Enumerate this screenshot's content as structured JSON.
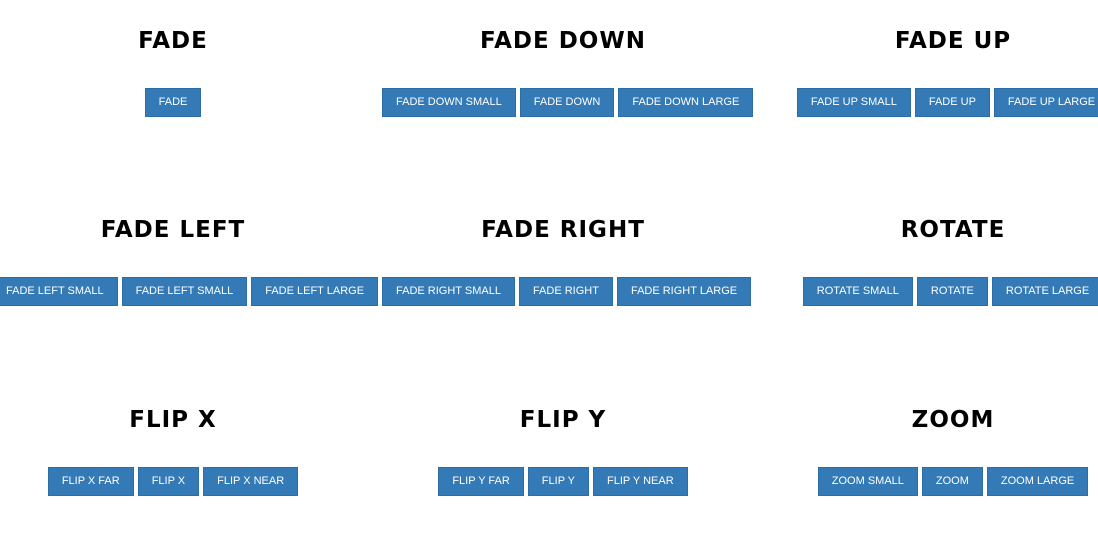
{
  "sections": [
    {
      "title": "FADE",
      "buttons": [
        "FADE"
      ]
    },
    {
      "title": "FADE DOWN",
      "buttons": [
        "FADE DOWN SMALL",
        "FADE DOWN",
        "FADE DOWN LARGE"
      ]
    },
    {
      "title": "FADE UP",
      "buttons": [
        "FADE UP SMALL",
        "FADE UP",
        "FADE UP LARGE"
      ]
    },
    {
      "title": "FADE LEFT",
      "buttons": [
        "FADE LEFT SMALL",
        "FADE LEFT SMALL",
        "FADE LEFT LARGE"
      ]
    },
    {
      "title": "FADE RIGHT",
      "buttons": [
        "FADE RIGHT SMALL",
        "FADE RIGHT",
        "FADE RIGHT LARGE"
      ]
    },
    {
      "title": "ROTATE",
      "buttons": [
        "ROTATE SMALL",
        "ROTATE",
        "ROTATE LARGE"
      ]
    },
    {
      "title": "FLIP X",
      "buttons": [
        "FLIP X FAR",
        "FLIP X",
        "FLIP X NEAR"
      ]
    },
    {
      "title": "FLIP Y",
      "buttons": [
        "FLIP Y FAR",
        "FLIP Y",
        "FLIP Y NEAR"
      ]
    },
    {
      "title": "ZOOM",
      "buttons": [
        "ZOOM SMALL",
        "ZOOM",
        "ZOOM LARGE"
      ]
    }
  ],
  "colors": {
    "button_bg": "#337ab7",
    "button_border": "#2e6da4",
    "button_text": "#ffffff",
    "heading_text": "#000000"
  }
}
